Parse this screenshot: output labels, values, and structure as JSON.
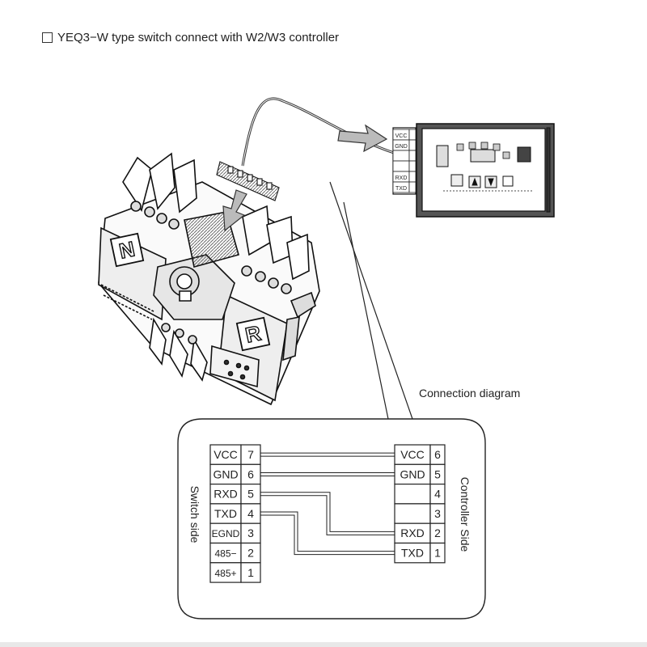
{
  "header": {
    "title": "YEQ3−W type switch connect with W2/W3 controller"
  },
  "caption": "Connection diagram",
  "switch_side": {
    "label": "Switch side",
    "rows": [
      {
        "signal": "VCC",
        "pin": "7"
      },
      {
        "signal": "GND",
        "pin": "6"
      },
      {
        "signal": "RXD",
        "pin": "5"
      },
      {
        "signal": "TXD",
        "pin": "4"
      },
      {
        "signal": "EGND",
        "pin": "3"
      },
      {
        "signal": "485−",
        "pin": "2"
      },
      {
        "signal": "485+",
        "pin": "1"
      }
    ]
  },
  "controller_side": {
    "label": "Controller Side",
    "rows": [
      {
        "signal": "VCC",
        "pin": "6"
      },
      {
        "signal": "GND",
        "pin": "5"
      },
      {
        "signal": "",
        "pin": "4"
      },
      {
        "signal": "",
        "pin": "3"
      },
      {
        "signal": "RXD",
        "pin": "2"
      },
      {
        "signal": "TXD",
        "pin": "1"
      }
    ]
  },
  "device": {
    "left_letter": "N",
    "right_letter": "R",
    "controller_terminals": [
      "VCC",
      "GND",
      "",
      "",
      "RXD",
      "TXD"
    ]
  }
}
